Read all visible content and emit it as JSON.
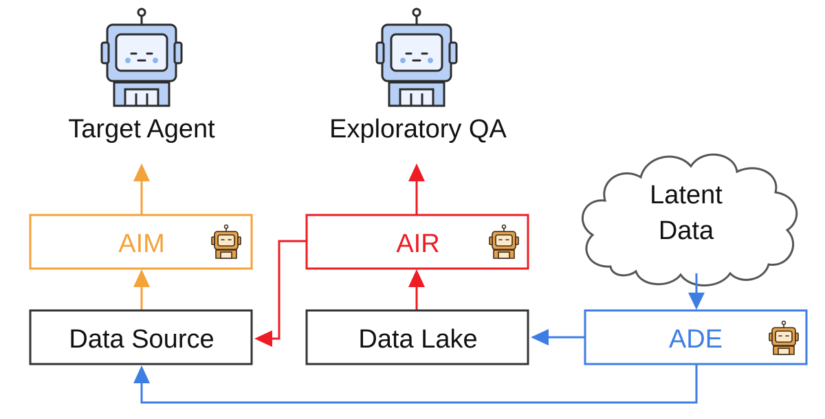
{
  "colors": {
    "orange": "#f4a23a",
    "red": "#ee1c24",
    "blue": "#3d7ee4",
    "dark": "#333333",
    "robot_blue": "#b8d0f6",
    "robot_orange": "#e6a24b"
  },
  "agents": {
    "target": {
      "label": "Target Agent",
      "icon": "robot-icon"
    },
    "exploratory": {
      "label": "Exploratory QA",
      "icon": "robot-icon"
    }
  },
  "boxes": {
    "aim": {
      "label": "AIM",
      "icon": "robot-icon"
    },
    "air": {
      "label": "AIR",
      "icon": "robot-icon"
    },
    "ade": {
      "label": "ADE",
      "icon": "robot-icon"
    },
    "data_source": {
      "label": "Data Source"
    },
    "data_lake": {
      "label": "Data Lake"
    }
  },
  "cloud": {
    "line1": "Latent",
    "line2": "Data"
  }
}
